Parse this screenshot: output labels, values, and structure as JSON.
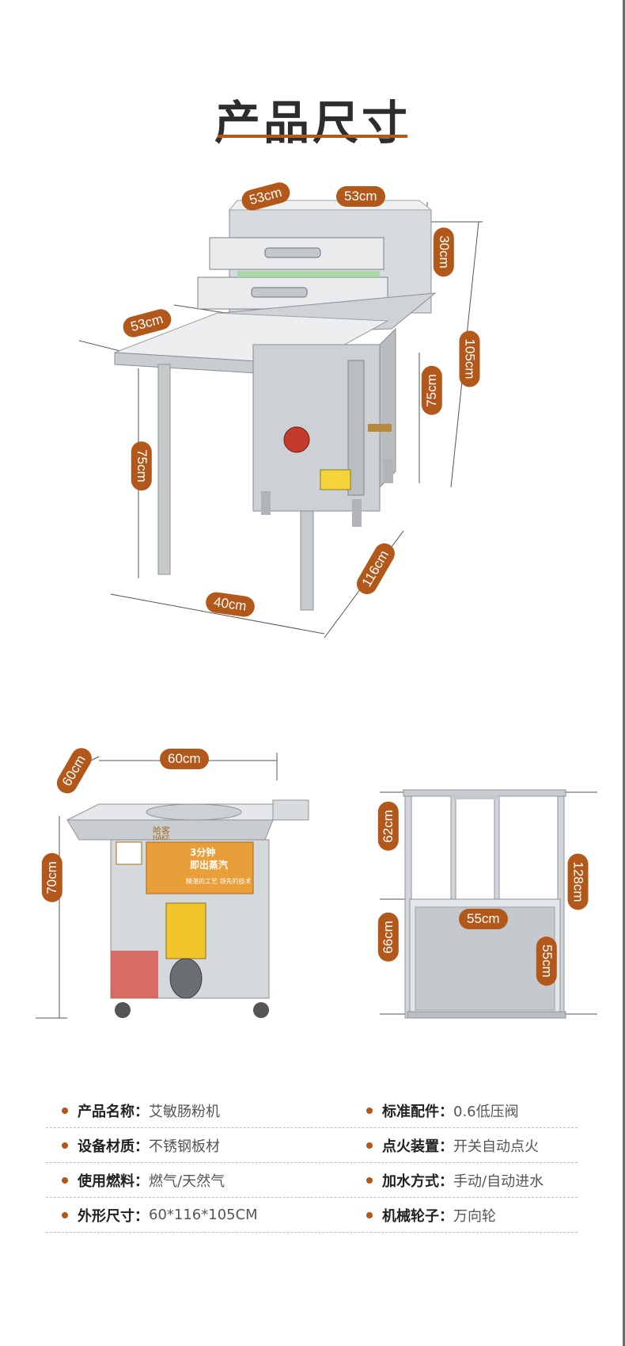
{
  "title": "产品尺寸",
  "accent_color": "#b2581a",
  "main_dims": {
    "top_left_width": "53cm",
    "top_right_width": "53cm",
    "box_height": "30cm",
    "total_height": "105cm",
    "table_depth": "53cm",
    "table_leg": "75cm",
    "cabinet_height": "75cm",
    "base_width": "40cm",
    "overall_length": "116cm"
  },
  "small_dims": {
    "width": "60cm",
    "depth": "60cm",
    "height": "70cm"
  },
  "frame_dims": {
    "upper_height": "62cm",
    "lower_height": "66cm",
    "total_height": "128cm",
    "inner_width": "55cm",
    "inner_height": "55cm"
  },
  "machine_text": {
    "brand": "哈客",
    "brand_en": "HAKE",
    "promo_line1": "3分钟",
    "promo_line2": "即出蒸汽",
    "promo_line3": "精湛的工艺 领先的技术"
  },
  "specs": [
    {
      "label": "产品名称：",
      "value": "艾敏肠粉机",
      "label2": "标准配件：",
      "value2": "0.6低压阀"
    },
    {
      "label": "设备材质：",
      "value": "不锈钢板材",
      "label2": "点火装置：",
      "value2": "开关自动点火"
    },
    {
      "label": "使用燃料：",
      "value": "燃气/天然气",
      "label2": "加水方式：",
      "value2": "手动/自动进水"
    },
    {
      "label": "外形尺寸：",
      "value": "60*116*105CM",
      "label2": "机械轮子：",
      "value2": "万向轮"
    }
  ]
}
